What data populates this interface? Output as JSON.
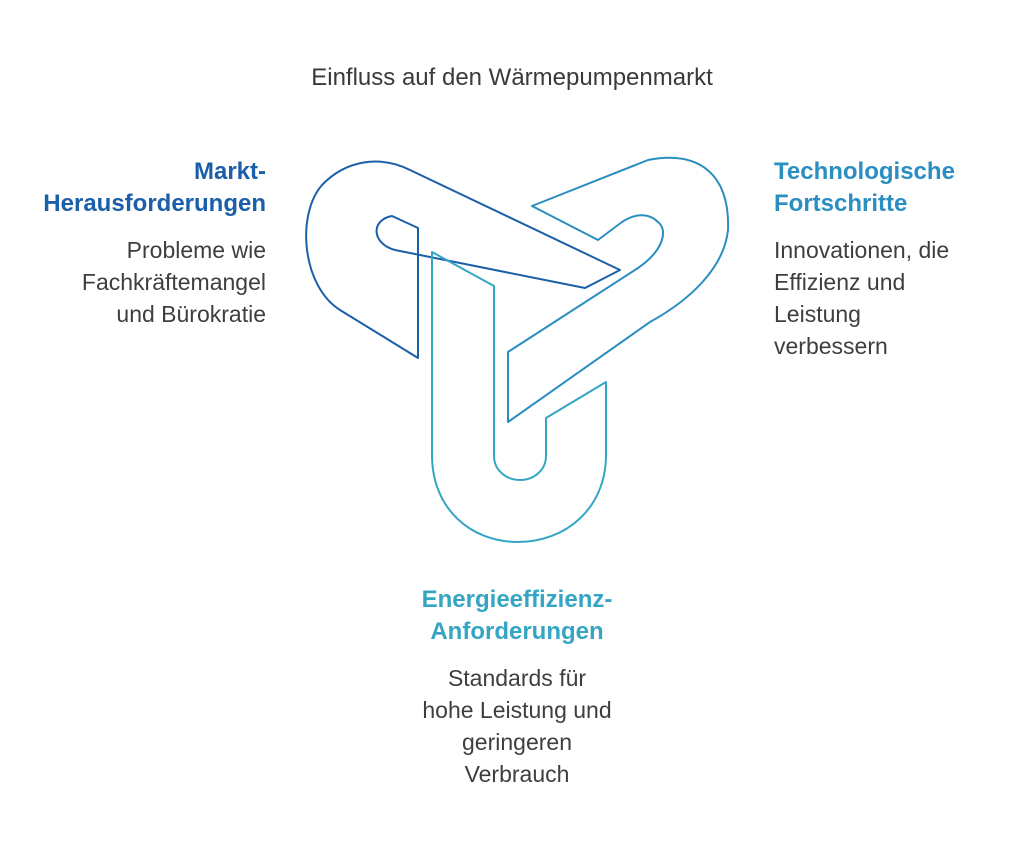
{
  "title": "Einfluss auf den Wärmepumpenmarkt",
  "colors": {
    "markt": "#1b5fa8",
    "technologie": "#2a8ec0",
    "energie": "#34a6c4",
    "text": "#3e3e3e"
  },
  "sections": {
    "markt": {
      "heading_line1": "Markt-",
      "heading_line2": "Herausforderungen",
      "desc_line1": "Probleme wie",
      "desc_line2": "Fachkräftemangel",
      "desc_line3": "und Bürokratie"
    },
    "technologie": {
      "heading_line1": "Technologische",
      "heading_line2": "Fortschritte",
      "desc_line1": "Innovationen, die",
      "desc_line2": "Effizienz und",
      "desc_line3": "Leistung",
      "desc_line4": "verbessern"
    },
    "energie": {
      "heading_line1": "Energieeffizienz-",
      "heading_line2": "Anforderungen",
      "desc_line1": "Standards für",
      "desc_line2": "hohe Leistung und",
      "desc_line3": "geringeren",
      "desc_line4": "Verbrauch"
    }
  }
}
